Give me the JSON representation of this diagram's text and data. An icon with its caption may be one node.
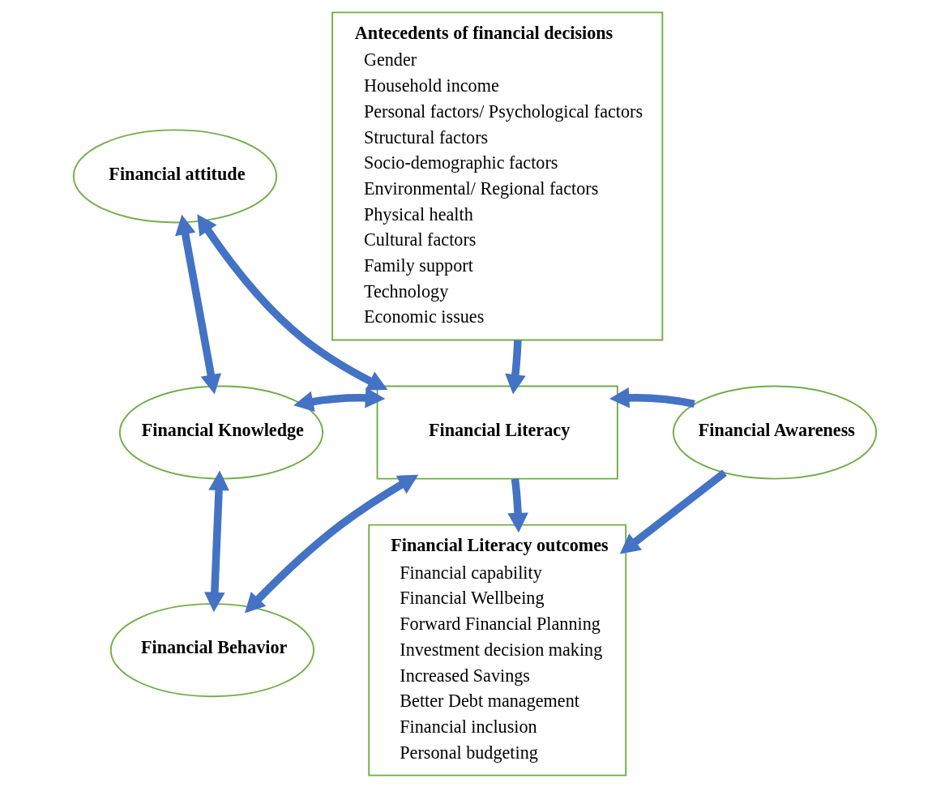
{
  "diagram": {
    "nodes": [
      {
        "text": [
          "Antecedents of financial decisions",
          "Gender",
          "Household income",
          "Personal factors/ Psychological factors",
          "Structural factors",
          "Socio-demographic factors",
          "Environmental/ Regional factors",
          "Physical health",
          "Cultural factors",
          "Family support",
          "Technology",
          "Economic issues"
        ]
      },
      {
        "text": [
          "Financial attitude"
        ]
      },
      {
        "text": [
          "Financial Knowledge"
        ]
      },
      {
        "text": [
          "Financial Literacy"
        ]
      },
      {
        "text": [
          "Financial Awareness"
        ]
      },
      {
        "text": [
          "Financial Behavior"
        ]
      },
      {
        "text": [
          "Financial Literacy outcomes",
          "Financial capability",
          "Financial Wellbeing",
          "Forward Financial Planning",
          "Investment decision making",
          "Increased Savings",
          "Better Debt management",
          "Financial inclusion",
          "Personal budgeting"
        ]
      }
    ],
    "edges": [
      {
        "from": 0,
        "to": 3,
        "arrow": "to"
      },
      {
        "from": 1,
        "to": 2,
        "arrow": "both"
      },
      {
        "from": 1,
        "to": 3,
        "arrow": "both"
      },
      {
        "from": 2,
        "to": 3,
        "arrow": "both"
      },
      {
        "from": 2,
        "to": 5,
        "arrow": "both"
      },
      {
        "from": 5,
        "to": 3,
        "arrow": "both"
      },
      {
        "from": 4,
        "to": 3,
        "arrow": "to"
      },
      {
        "from": 4,
        "to": 6,
        "arrow": "to"
      },
      {
        "from": 3,
        "to": 6,
        "arrow": "to"
      }
    ]
  }
}
